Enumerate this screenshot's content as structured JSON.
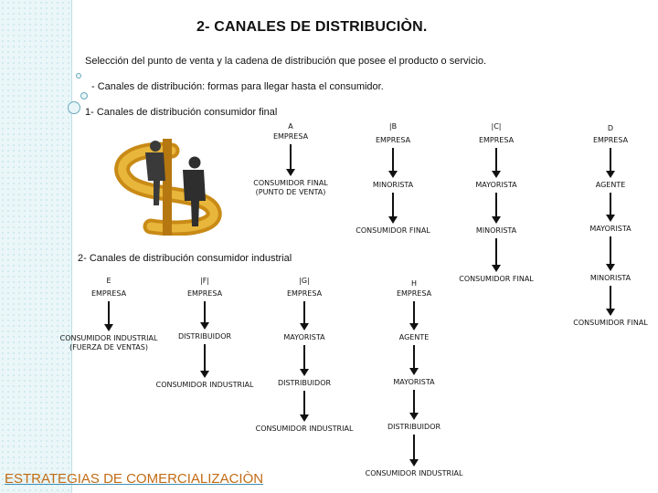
{
  "slide": {
    "title": "2- CANALES DE DISTRIBUCIÒN.",
    "intro": "Selección del punto de venta y la cadena de distribución que posee el producto o servicio.",
    "definition": "- Canales de distribución: formas para llegar hasta el consumidor.",
    "section1": "1- Canales de distribución consumidor final",
    "section2": "2- Canales de distribución consumidor industrial",
    "footer": "ESTRATEGIAS DE COMERCIALIZACIÒN"
  },
  "channels": {
    "a": {
      "letter": "A",
      "steps": [
        "EMPRESA",
        "CONSUMIDOR FINAL\n(PUNTO DE VENTA)"
      ]
    },
    "b": {
      "letter": "|B",
      "steps": [
        "EMPRESA",
        "MINORISTA",
        "CONSUMIDOR FINAL"
      ]
    },
    "c": {
      "letter": "|C|",
      "steps": [
        "EMPRESA",
        "MAYORISTA",
        "MINORISTA",
        "CONSUMIDOR FINAL"
      ]
    },
    "d": {
      "letter": "D",
      "steps": [
        "EMPRESA",
        "AGENTE",
        "MAYORISTA",
        "MINORISTA",
        "CONSUMIDOR FINAL"
      ]
    },
    "e": {
      "letter": "E",
      "steps": [
        "EMPRESA",
        "CONSUMIDOR INDUSTRIAL\n(FUERZA DE VENTAS)"
      ]
    },
    "f": {
      "letter": "|F|",
      "steps": [
        "EMPRESA",
        "DISTRIBUIDOR",
        "CONSUMIDOR INDUSTRIAL"
      ]
    },
    "g": {
      "letter": "|G|",
      "steps": [
        "EMPRESA",
        "MAYORISTA",
        "DISTRIBUIDOR",
        "CONSUMIDOR INDUSTRIAL"
      ]
    },
    "h": {
      "letter": "H",
      "steps": [
        "EMPRESA",
        "AGENTE",
        "MAYORISTA",
        "DISTRIBUIDOR",
        "CONSUMIDOR INDUSTRIAL"
      ]
    }
  },
  "colors": {
    "sidebar": "#eaf6f8",
    "footer": "#c26b14",
    "money_sign": "#c98a16"
  }
}
